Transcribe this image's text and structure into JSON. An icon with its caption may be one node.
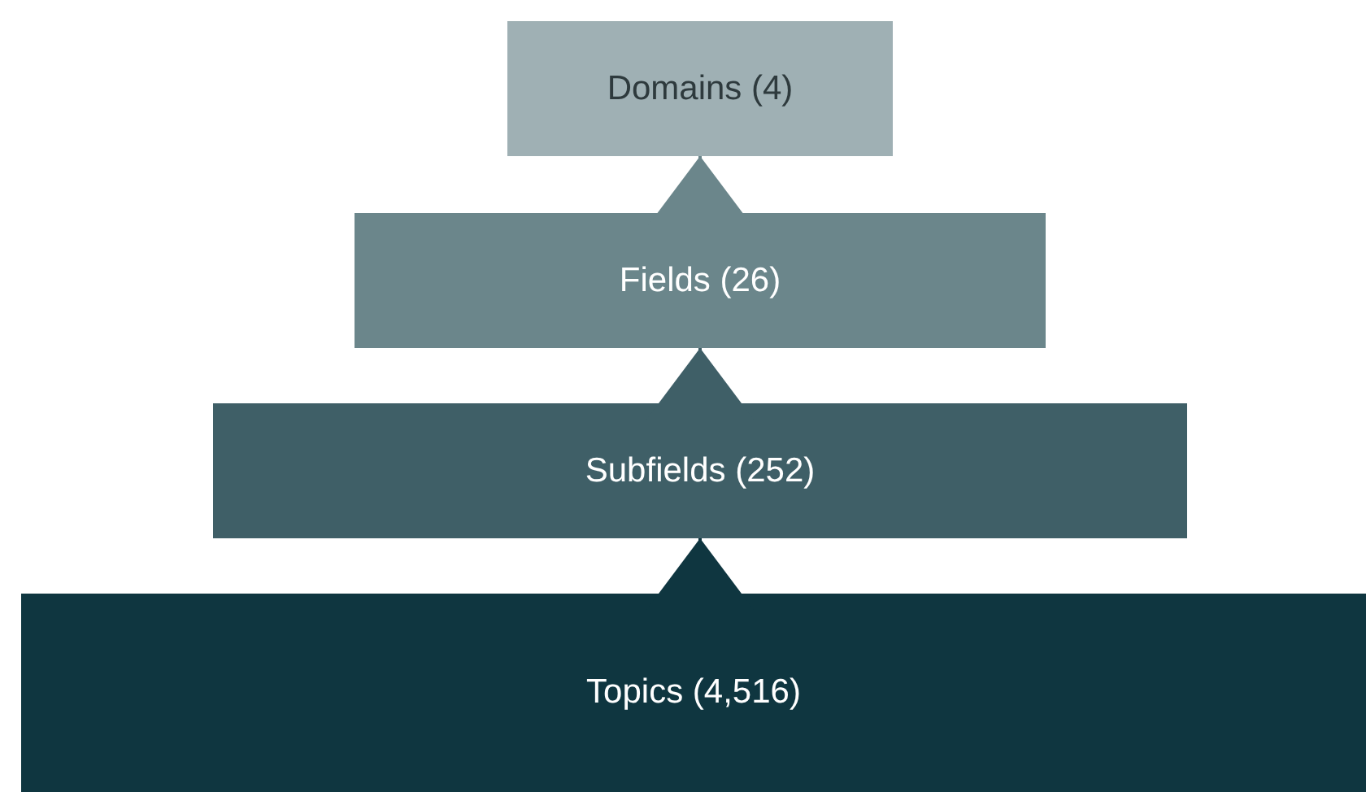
{
  "diagram": {
    "nodes": [
      {
        "text": [
          "Domains (4)"
        ]
      },
      {
        "text": [
          "Fields (26)"
        ]
      },
      {
        "text": [
          "Subfields (252)"
        ]
      },
      {
        "text": [
          "Topics (4,516)"
        ]
      }
    ],
    "edges": [
      {
        "from": 1,
        "to": 0,
        "arrow": "to",
        "color": "#6b868b"
      },
      {
        "from": 2,
        "to": 1,
        "arrow": "to",
        "color": "#3f5f67"
      },
      {
        "from": 3,
        "to": 2,
        "arrow": "to",
        "color": "#0f3640"
      }
    ]
  }
}
